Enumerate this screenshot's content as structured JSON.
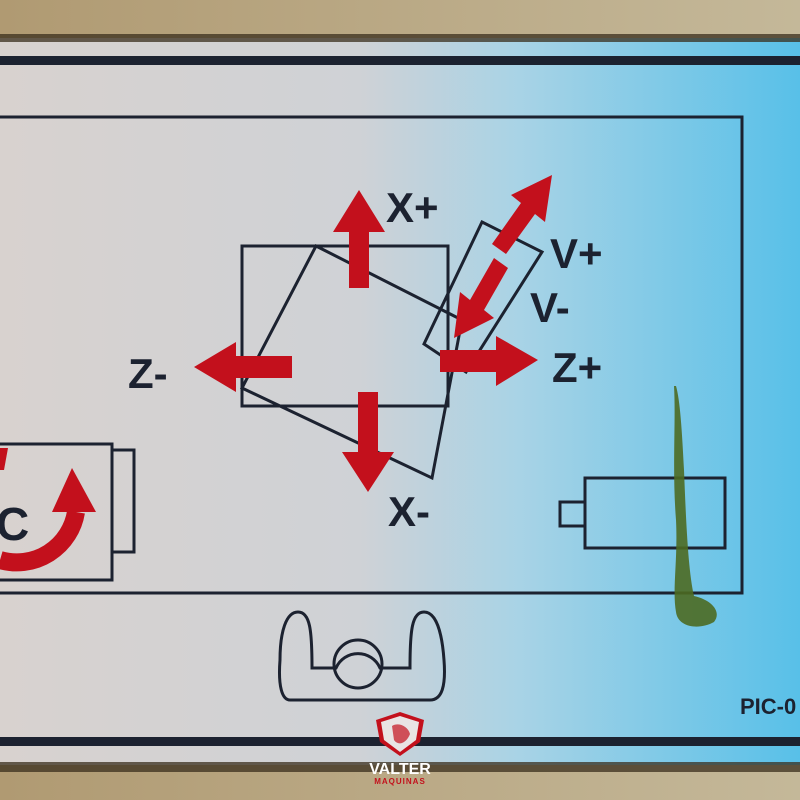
{
  "plate": {
    "description": "Machine axis direction label plate",
    "code_label": "PIC-0",
    "colors": {
      "plate_left": "#d9d6d4",
      "plate_mid": "#c8cfd6",
      "plate_right": "#5fc3e6",
      "line": "#1c2230",
      "arrow_red": "#c3101c",
      "stain_green": "#4c6a22",
      "wall": "#b7a98a"
    }
  },
  "axes": {
    "x_plus": "X+",
    "x_minus": "X-",
    "z_plus": "Z+",
    "z_minus": "Z-",
    "v_plus": "V+",
    "v_minus": "V-",
    "c_axis": "C"
  },
  "watermark": {
    "brand": "VALTER",
    "subtitle": "MAQUINAS",
    "logo_icon": "lion-shield-icon",
    "brand_color": "#ffffff",
    "subtitle_color": "#c3101c"
  }
}
